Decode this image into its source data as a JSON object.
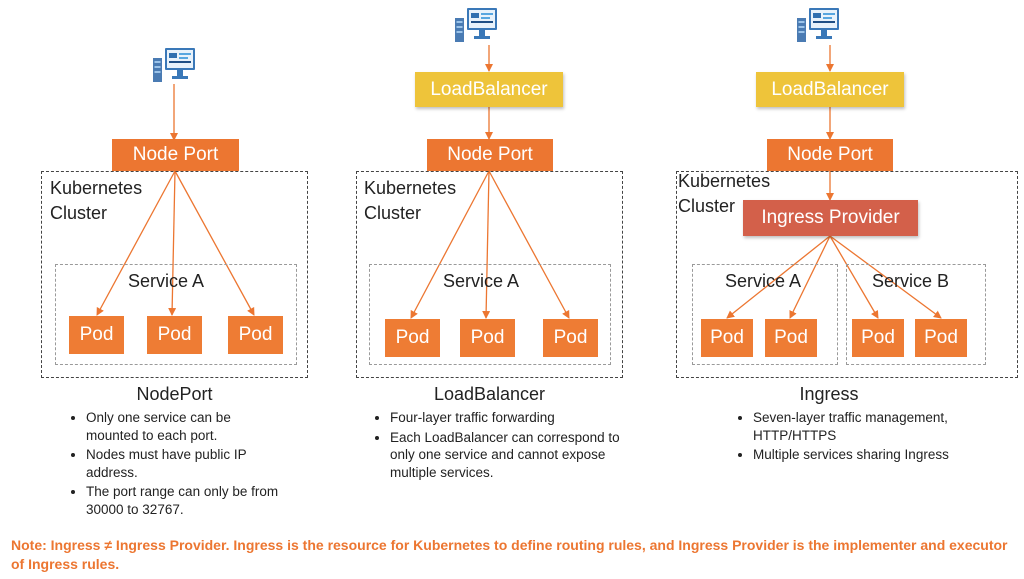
{
  "icons": {
    "client": "computer-server-icon"
  },
  "colors": {
    "node_port": "#ec7631",
    "load_balancer": "#eec43a",
    "ingress_provider": "#d3604a",
    "pod": "#ee7c34",
    "arrow": "#ec7631",
    "note": "#ec7631"
  },
  "panels": {
    "nodeport": {
      "node_port_label": "Node Port",
      "cluster_label": "Kubernetes Cluster",
      "service_label": "Service A",
      "pods": [
        "Pod",
        "Pod",
        "Pod"
      ],
      "title": "NodePort",
      "bullets": [
        "Only one service can be mounted to each port.",
        "Nodes must have public IP address.",
        "The port range can only be from 30000 to 32767."
      ]
    },
    "loadbalancer": {
      "lb_label": "LoadBalancer",
      "node_port_label": "Node Port",
      "cluster_label": "Kubernetes Cluster",
      "service_label": "Service A",
      "pods": [
        "Pod",
        "Pod",
        "Pod"
      ],
      "title": "LoadBalancer",
      "bullets": [
        "Four-layer traffic forwarding",
        "Each LoadBalancer can correspond to only one service and cannot expose multiple services."
      ]
    },
    "ingress": {
      "lb_label": "LoadBalancer",
      "node_port_label": "Node Port",
      "cluster_label": "Kubernetes Cluster",
      "provider_label": "Ingress Provider",
      "service_a_label": "Service A",
      "service_b_label": "Service B",
      "pods_a": [
        "Pod",
        "Pod"
      ],
      "pods_b": [
        "Pod",
        "Pod"
      ],
      "title": "Ingress",
      "bullets": [
        "Seven-layer traffic management, HTTP/HTTPS",
        "Multiple services sharing Ingress"
      ]
    }
  },
  "note": "Note: Ingress ≠ Ingress Provider. Ingress is the resource for Kubernetes to define routing rules, and Ingress Provider is the implementer and executor of Ingress rules."
}
